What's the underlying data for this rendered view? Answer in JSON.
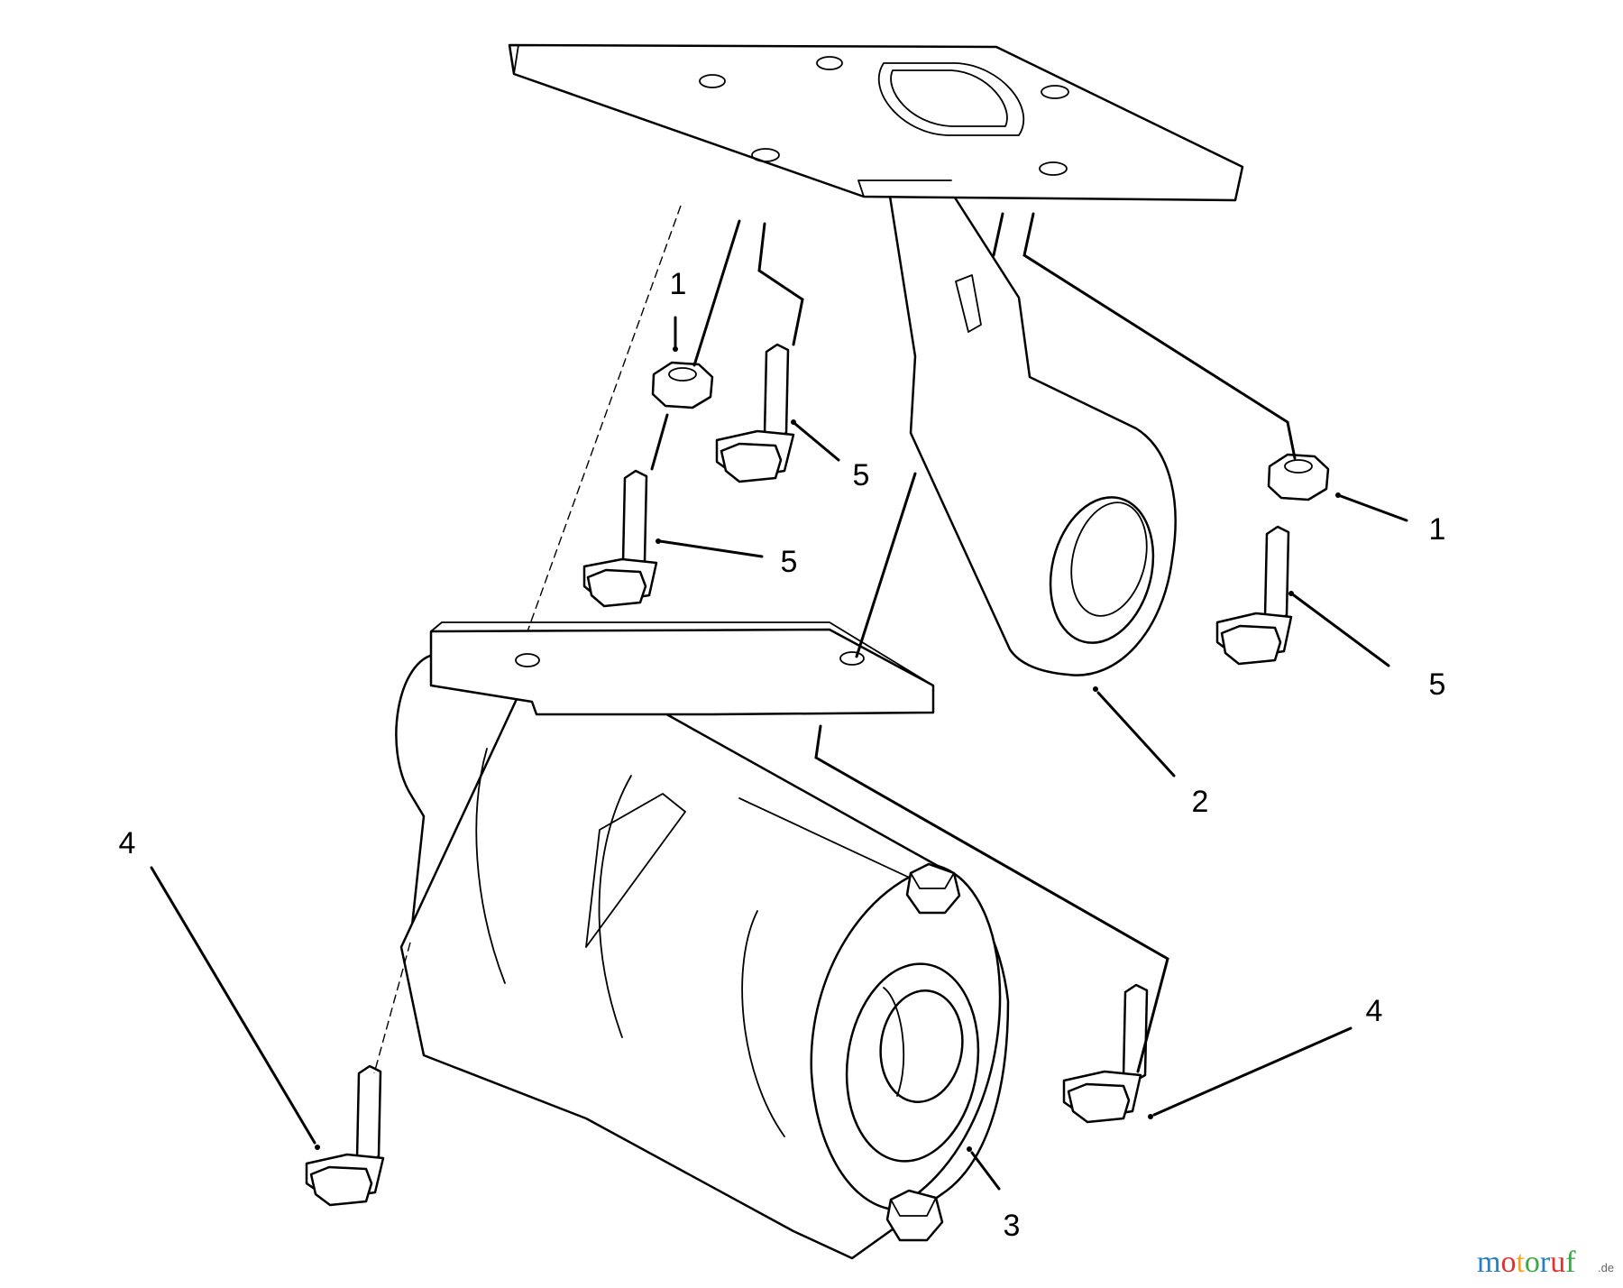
{
  "callouts": {
    "c1_left": "1",
    "c1_right": "1",
    "c2": "2",
    "c3": "3",
    "c4_left": "4",
    "c4_right": "4",
    "c5_upper": "5",
    "c5_middle": "5",
    "c5_right": "5"
  },
  "watermark": {
    "brand": "motoruf",
    "suffix": ".de",
    "colors": [
      "#2a7fc1",
      "#e2312d",
      "#f5a623",
      "#39a845"
    ]
  }
}
